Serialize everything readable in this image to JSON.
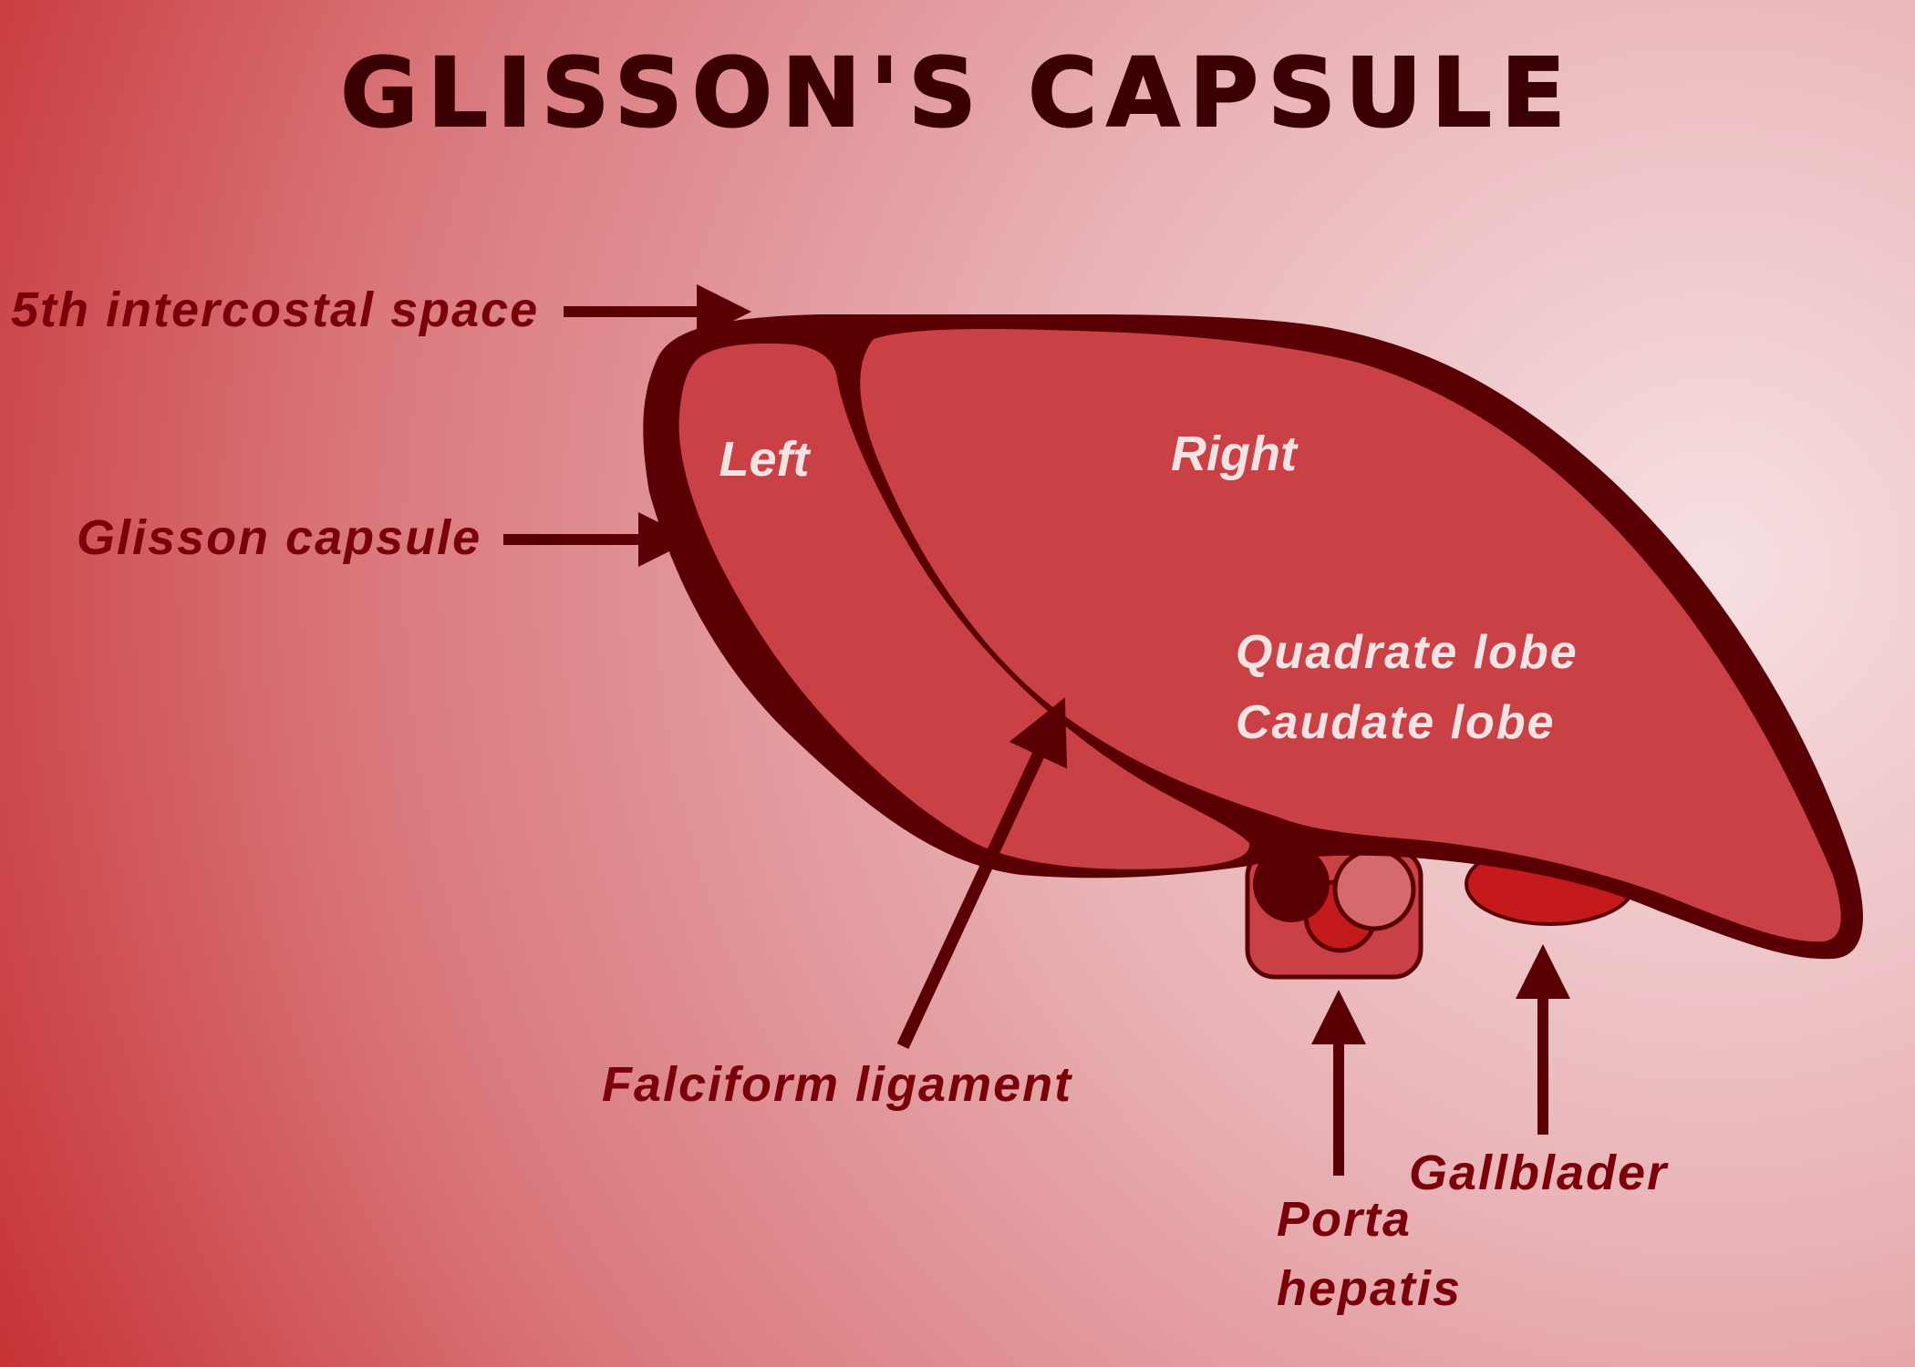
{
  "title": "GLISSON'S CAPSULE",
  "labels": {
    "intercostal": "5th intercostal space",
    "glisson": "Glisson capsule",
    "falciform": "Falciform ligament",
    "porta_line1": "Porta",
    "porta_line2": "hepatis",
    "gallbladder": "Gallblader"
  },
  "lobes": {
    "left": "Left",
    "right": "Right",
    "quadrate": "Quadrate lobe",
    "caudate": "Caudate lobe"
  },
  "colors": {
    "background_dark": "#c42a2c",
    "background_light": "#f6dfe1",
    "capsule": "#5a0004",
    "liver": "#c94145",
    "label_dark": "#7a0009",
    "label_light": "#f3e3e4",
    "gallbladder": "#c41a1c"
  }
}
